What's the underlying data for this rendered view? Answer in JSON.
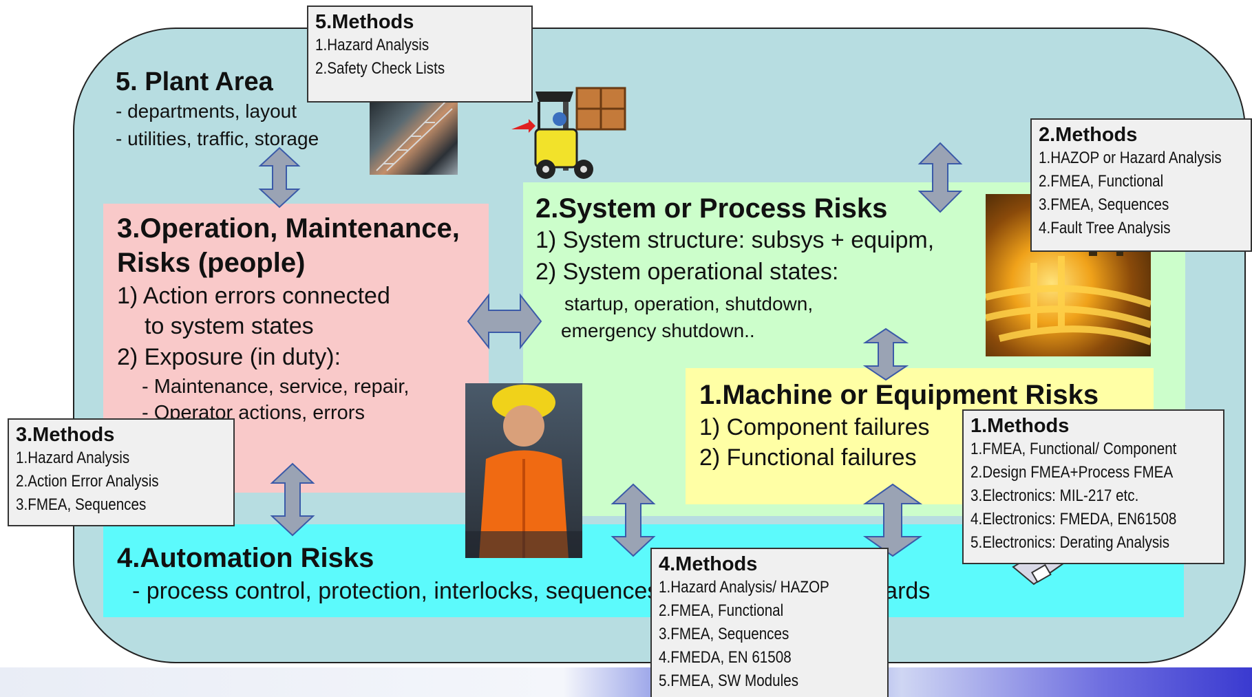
{
  "colors": {
    "plant_area": "#b7dde1",
    "operation": "#f9c9c9",
    "system": "#ccfecb",
    "machine": "#ffffa5",
    "automation": "#5cfafc",
    "methods_box": "#f0f0f0",
    "arrow_fill": "#9aa3b4",
    "arrow_stroke": "#3b5aa8"
  },
  "plant": {
    "title": "5. Plant Area",
    "lines": [
      "- departments, layout",
      "- utilities, traffic, storage"
    ]
  },
  "operation": {
    "title_1": "3.Operation, Maintenance,",
    "title_2": "Risks (people)",
    "lines": [
      "1) Action errors connected",
      "to system states",
      "2) Exposure (in duty):",
      "- Maintenance, service, repair,",
      "- Operator actions, errors"
    ]
  },
  "system": {
    "title": "2.System or Process Risks",
    "lines": [
      "1) System structure: subsys + equipm,",
      "2) System operational states:",
      "startup, operation, shutdown,",
      "emergency shutdown.."
    ]
  },
  "machine": {
    "title": "1.Machine or Equipment Risks",
    "lines": [
      "1) Component failures",
      "2) Functional failures"
    ]
  },
  "automation": {
    "title": "4.Automation Risks",
    "line": "- process control, protection, interlocks, sequences, system states ->Hazards"
  },
  "methods_5": {
    "title": "5.Methods",
    "items": [
      "1.Hazard Analysis",
      "2.Safety Check Lists"
    ]
  },
  "methods_2": {
    "title": "2.Methods",
    "items": [
      "1.HAZOP or Hazard Analysis",
      "2.FMEA, Functional",
      "3.FMEA, Sequences",
      "4.Fault Tree Analysis"
    ]
  },
  "methods_3": {
    "title": "3.Methods",
    "items": [
      "1.Hazard Analysis",
      "2.Action Error Analysis",
      "3.FMEA, Sequences"
    ]
  },
  "methods_1": {
    "title": "1.Methods",
    "items": [
      "1.FMEA, Functional/ Component",
      "2.Design FMEA+Process FMEA",
      "3.Electronics: MIL-217 etc.",
      "4.Electronics: FMEDA, EN61508",
      "5.Electronics: Derating Analysis"
    ]
  },
  "methods_4": {
    "title": "4.Methods",
    "items": [
      "1.Hazard Analysis/ HAZOP",
      "2.FMEA, Functional",
      "3.FMEA, Sequences",
      "4.FMEDA, EN 61508",
      "5.FMEA, SW Modules"
    ]
  },
  "icons": [
    "forklift-icon",
    "stairs-photo",
    "refinery-photo",
    "worker-photo",
    "robot-icon"
  ]
}
